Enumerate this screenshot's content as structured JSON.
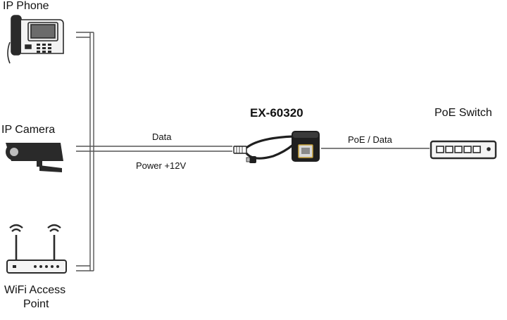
{
  "devices": {
    "ip_phone": {
      "label": "IP Phone"
    },
    "ip_camera": {
      "label": "IP Camera"
    },
    "wifi_ap": {
      "label_line1": "WiFi Access",
      "label_line2": "Point"
    },
    "poe_switch": {
      "label": "PoE Switch"
    }
  },
  "injector": {
    "model": "EX-60320"
  },
  "links": {
    "data": "Data",
    "power": "Power +12V",
    "poe_data": "PoE / Data"
  },
  "colors": {
    "line": "#555555",
    "device": "#2a2a2a",
    "injector_body": "#1f1f1f",
    "rj45_port": "#c9a23a"
  }
}
